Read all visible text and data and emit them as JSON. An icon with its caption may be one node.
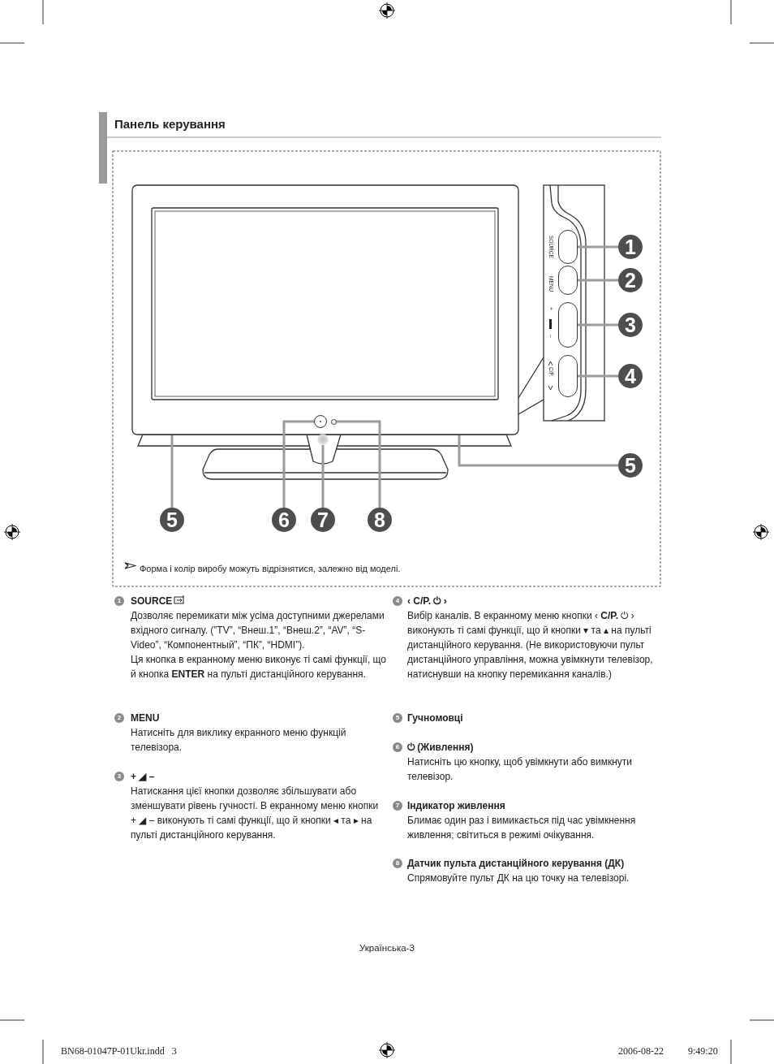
{
  "diagram": {
    "title": "Панель керування",
    "nodes": [
      {
        "text": [
          "1"
        ]
      },
      {
        "text": [
          "2"
        ]
      },
      {
        "text": [
          "3"
        ]
      },
      {
        "text": [
          "4"
        ]
      },
      {
        "text": [
          "5"
        ]
      },
      {
        "text": [
          "5"
        ]
      },
      {
        "text": [
          "6"
        ]
      },
      {
        "text": [
          "7"
        ]
      },
      {
        "text": [
          "8"
        ]
      },
      {
        "text": [],
        "shape": "box"
      },
      {
        "text": [],
        "shape": "box"
      },
      {
        "text": [],
        "shape": "box"
      },
      {
        "text": [],
        "shape": "box"
      },
      {
        "text": [],
        "shape": "circle"
      },
      {
        "text": [],
        "shape": "circle"
      },
      {
        "text": [],
        "shape": "circle"
      }
    ],
    "edges": [
      {
        "from": 0,
        "to": 9,
        "arrow": "none"
      },
      {
        "from": 1,
        "to": 10,
        "arrow": "none"
      },
      {
        "from": 2,
        "to": 11,
        "arrow": "none"
      },
      {
        "from": 3,
        "to": 12,
        "arrow": "none"
      },
      {
        "from": 4,
        "to": null,
        "arrow": "none"
      },
      {
        "from": 5,
        "to": null,
        "arrow": "none"
      },
      {
        "from": 6,
        "to": 13,
        "arrow": "none"
      },
      {
        "from": 7,
        "to": 14,
        "arrow": "none"
      },
      {
        "from": 8,
        "to": 15,
        "arrow": "none"
      }
    ],
    "labels": [
      "SOURCE",
      "MENU",
      "+",
      "–",
      "C/P.",
      "Форма і колір виробу можуть відрізнятися, залежно від моделі.",
      "1",
      "SOURCE",
      "Дозволяє перемикати між усіма доступними джерелами вхідного сигналу. (”TV”, “Внеш.1”, “Внеш.2”, “AV”, “S-Video”, “Компонентный”, “ПК”, “HDMI”).",
      "Ця кнопка в екранному меню виконує ті самі функції, що й кнопка **ENTER** на пульті дистанційного керування.",
      "2",
      "MENU",
      "Натисніть для виклику екранного меню функцій телевізора.",
      "3",
      "+ ◢ –",
      "Натискання цієї кнопки дозволяє збільшувати або зменшувати рівень гучності. В екранному меню кнопки + ◢ – виконують ті самі функції, що й кнопки ◂ та ▸ на пульті дистанційного керування.",
      "4",
      "‹ C/P. ⏻ ›",
      "Вибір каналів. В екранному меню кнопки ‹ **C/P.** ⏻ › виконують ті самі функції, що й кнопки ▾ та ▴ на пульті дистанційного керування. (Не використовуючи пульт дистанційного управління, можна увімкнути телевізор, натиснувши на кнопку перемикання каналів.)",
      "5",
      "Гучномовці",
      "6",
      "⏻ (Живлення)",
      "Натисніть цю кнопку, щоб увімкнути або вимкнути телевізор.",
      "7",
      "Індикатор живлення",
      "Блимає один раз і вимикається під час увімкнення живлення; світиться в режимі очікування.",
      "8",
      "Датчик пульта дистанційного керування (ДК)",
      "Спрямовуйте пульт ДК на цю точку на телевізорі.",
      "Українська-3",
      "BN68-01047P-01Ukr.indd   3",
      "2006-08-22",
      "9:49:20"
    ]
  }
}
